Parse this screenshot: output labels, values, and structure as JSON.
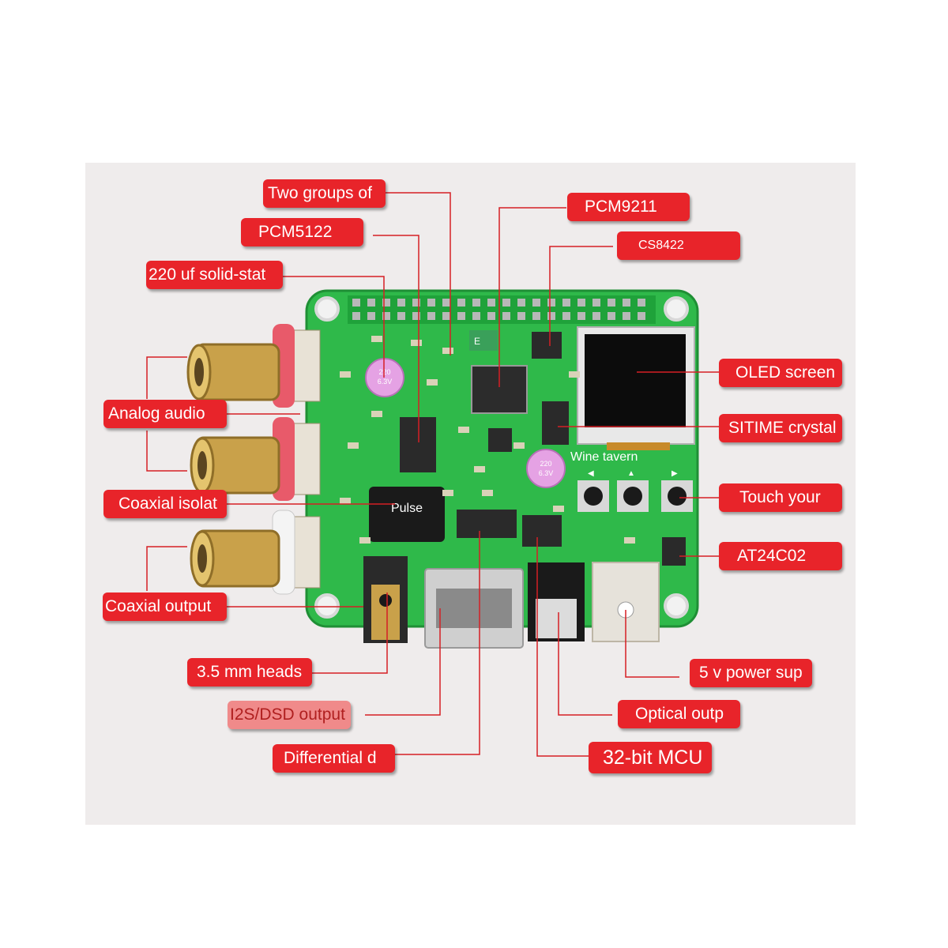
{
  "labels": {
    "two_groups": "Two groups of",
    "pcm5122": "PCM5122",
    "capacitor": "220 uf solid-stat",
    "pcm9211": "PCM9211",
    "cs8422": "CS8422",
    "oled": "OLED screen",
    "sitime": "SITIME crystal",
    "touch": "Touch your",
    "at24c02": "AT24C02",
    "analog": "Analog audio",
    "coax_iso": "Coaxial isolat",
    "coax_out": "Coaxial output",
    "headset": "3.5 mm heads",
    "i2s": "I2S/DSD output",
    "diff": "Differential d",
    "power": "5 v power sup",
    "optical": "Optical outp",
    "mcu": "32-bit MCU"
  },
  "board_text": {
    "silk_e": "E",
    "wine": "Wine tavern",
    "pulse": "Pulse",
    "cap_220": "220",
    "cap_63": "6.3V",
    "btn1": "◀",
    "btn2": "▲",
    "btn3": "▶"
  },
  "colors": {
    "label_bg": "#e8242a",
    "board": "#2fb94a",
    "leader": "#d51f24"
  }
}
